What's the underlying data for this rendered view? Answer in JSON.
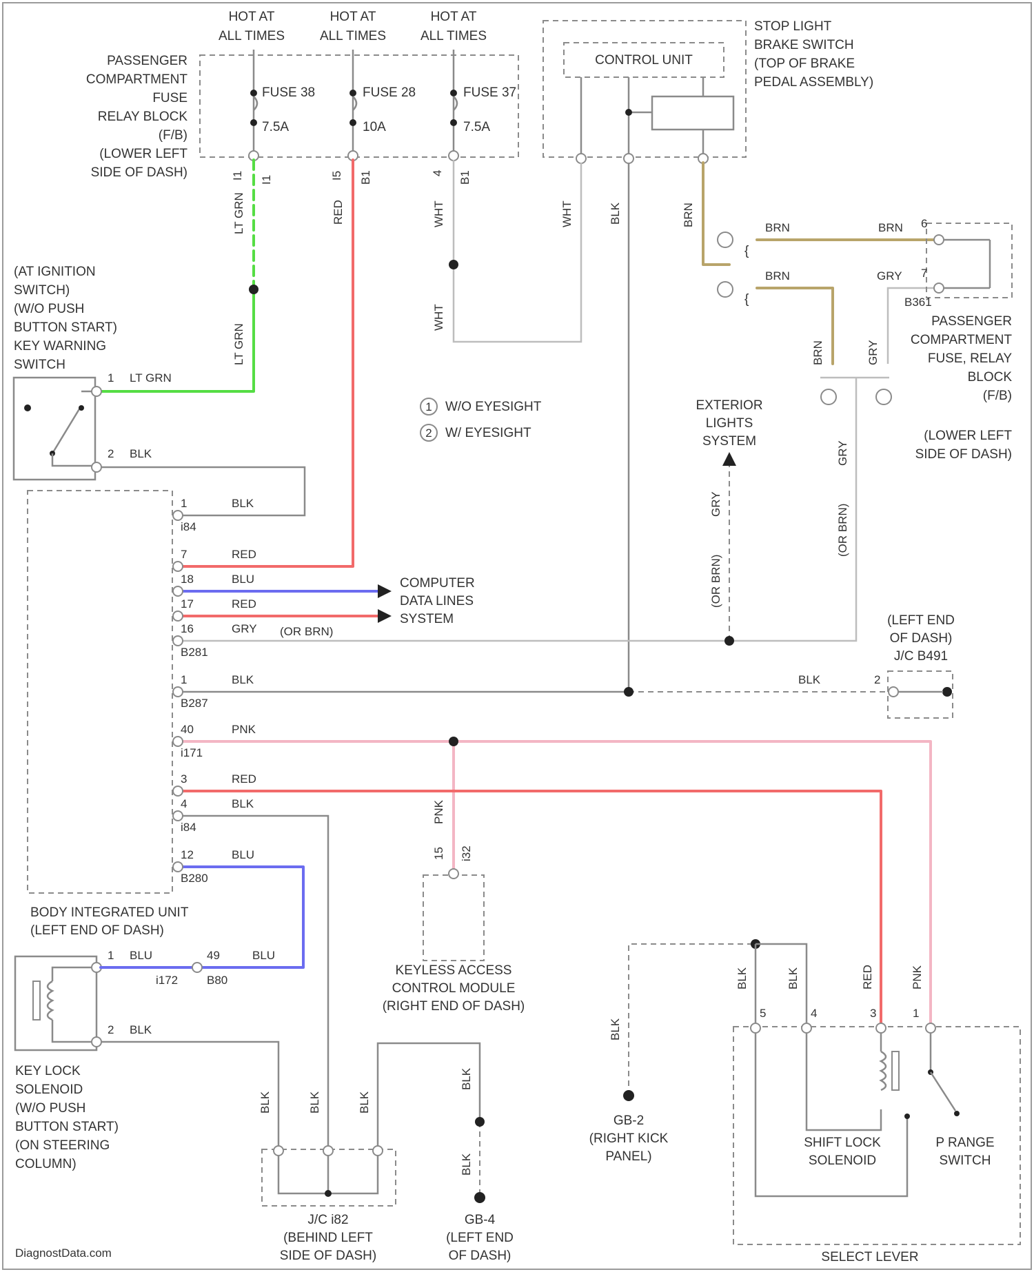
{
  "colors": {
    "LT GRN": "#55dd44",
    "RED": "#f26a6a",
    "BLU": "#6b6cf0",
    "BLK": "#8a8a8a",
    "BRN": "#b8a46a",
    "GRY": "#bdbdbd",
    "PNK": "#f3b6c4",
    "WHT": "#cfcfcf"
  },
  "fuse_block": {
    "hot_labels": [
      "HOT AT",
      "ALL TIMES"
    ],
    "title_lines": [
      "PASSENGER",
      "COMPARTMENT",
      "FUSE",
      "RELAY BLOCK",
      "(F/B)",
      "(LOWER LEFT",
      "SIDE OF DASH)"
    ],
    "fuses": [
      {
        "name": "FUSE 38",
        "rating": "7.5A",
        "pin": "I1",
        "conn": "I1"
      },
      {
        "name": "FUSE 28",
        "rating": "10A",
        "pin": "I5",
        "conn": "B1"
      },
      {
        "name": "FUSE 37",
        "rating": "7.5A",
        "pin": "4",
        "conn": "B1"
      }
    ]
  },
  "stop_switch": {
    "title_lines": [
      "STOP LIGHT",
      "BRAKE SWITCH",
      "(TOP OF BRAKE",
      "PEDAL ASSEMBLY)"
    ],
    "control_unit": "CONTROL UNIT"
  },
  "ignition_switch": {
    "title_lines": [
      "(AT IGNITION",
      "SWITCH)",
      "(W/O PUSH",
      "BUTTON START)",
      "KEY WARNING",
      "SWITCH"
    ],
    "pins": [
      {
        "num": "1",
        "wire": "LT GRN"
      },
      {
        "num": "2",
        "wire": "BLK"
      }
    ]
  },
  "legend": [
    {
      "mark": "1",
      "text": "W/O EYESIGHT"
    },
    {
      "mark": "2",
      "text": "W/ EYESIGHT"
    }
  ],
  "exterior_lights": [
    "EXTERIOR",
    "LIGHTS",
    "SYSTEM"
  ],
  "right_fuse_block": {
    "title_lines": [
      "PASSENGER",
      "COMPARTMENT",
      "FUSE, RELAY",
      "BLOCK",
      "(F/B)",
      "(LOWER LEFT",
      "SIDE OF DASH)"
    ],
    "pins": [
      {
        "num": "6",
        "wire": "BRN"
      },
      {
        "num": "7",
        "wire": "GRY"
      }
    ],
    "conn": "B361"
  },
  "wire_labels": {
    "lt_grn": "LT GRN",
    "red": "RED",
    "wht": "WHT",
    "blk": "BLK",
    "brn": "BRN",
    "gry": "GRY",
    "or_brn": "(OR BRN)",
    "blu": "BLU",
    "pnk": "PNK"
  },
  "biu": {
    "title_lines": [
      "BODY INTEGRATED UNIT",
      "(LEFT END OF DASH)"
    ],
    "pins": [
      {
        "num": "1",
        "wire": "BLK",
        "conn": "i84"
      },
      {
        "num": "7",
        "wire": "RED",
        "conn": ""
      },
      {
        "num": "18",
        "wire": "BLU",
        "conn": ""
      },
      {
        "num": "17",
        "wire": "RED",
        "conn": ""
      },
      {
        "num": "16",
        "wire": "GRY",
        "conn": "B281"
      },
      {
        "num": "1",
        "wire": "BLK",
        "conn": "B287"
      },
      {
        "num": "40",
        "wire": "PNK",
        "conn": "i171"
      },
      {
        "num": "3",
        "wire": "RED",
        "conn": ""
      },
      {
        "num": "4",
        "wire": "BLK",
        "conn": "i84"
      },
      {
        "num": "12",
        "wire": "BLU",
        "conn": "B280"
      }
    ]
  },
  "computer_data": [
    "COMPUTER",
    "DATA LINES",
    "SYSTEM"
  ],
  "jc_b491": [
    "(LEFT END",
    "OF DASH)",
    "J/C B491"
  ],
  "jc_b491_pin": "2",
  "keyless": {
    "title_lines": [
      "KEYLESS ACCESS",
      "CONTROL MODULE",
      "(RIGHT END OF DASH)"
    ],
    "pin": "15",
    "conn": "i32"
  },
  "key_lock": {
    "title_lines": [
      "KEY LOCK",
      "SOLENOID",
      "(W/O PUSH",
      "BUTTON START)",
      "(ON STEERING",
      "COLUMN)"
    ],
    "pins": [
      {
        "num": "1",
        "wire": "BLU"
      },
      {
        "num": "2",
        "wire": "BLK"
      }
    ],
    "conn": "i172",
    "inline_pin": "49",
    "inline_conn": "B80"
  },
  "jc_i82": [
    "J/C i82",
    "(BEHIND LEFT",
    "SIDE OF DASH)"
  ],
  "gb4": [
    "GB-4",
    "(LEFT END",
    "OF DASH)"
  ],
  "gb2": [
    "GB-2",
    "(RIGHT KICK",
    "PANEL)"
  ],
  "select_lever": {
    "title": "SELECT LEVER",
    "pins": [
      {
        "num": "5",
        "wire": "BLK"
      },
      {
        "num": "4",
        "wire": "BLK"
      },
      {
        "num": "3",
        "wire": "RED"
      },
      {
        "num": "1",
        "wire": "PNK"
      }
    ],
    "shift_lock": [
      "SHIFT LOCK",
      "SOLENOID"
    ],
    "p_range": [
      "P RANGE",
      "SWITCH"
    ]
  },
  "watermark": "DiagnostData.com"
}
